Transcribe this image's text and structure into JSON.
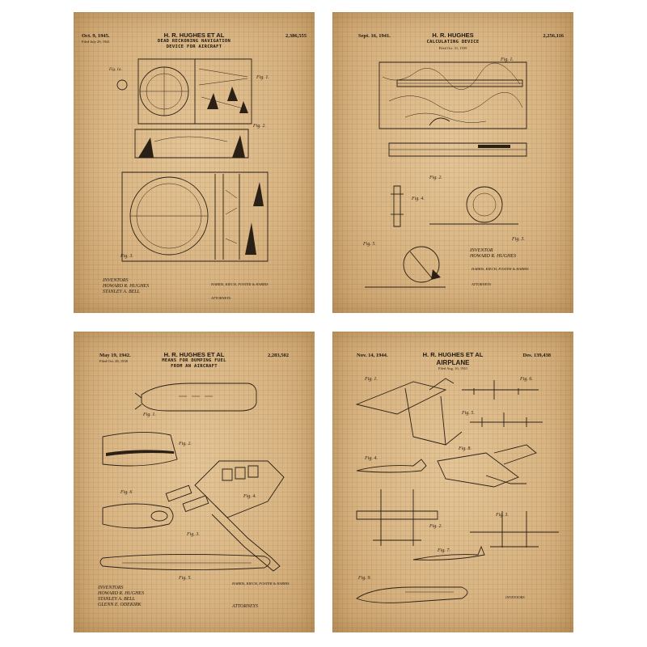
{
  "panels": [
    {
      "date": "Oct. 9, 1945.",
      "inventor": "H. R. HUGHES ET AL",
      "number": "2,386,555",
      "title": "DEAD RECKONING NAVIGATION",
      "subtitle": "DEVICE FOR AIRCRAFT",
      "filed": "Filed July 29, 1941",
      "inventors_label": "INVENTORS",
      "names": [
        "HOWARD R. HUGHES",
        "STANLEY A. BELL"
      ],
      "attorney_firm": "HARRIS, KIECH, FOSTER & HARRIS",
      "attorney_label": "ATTORNEYS"
    },
    {
      "date": "Sept. 16, 1941.",
      "inventor": "H. R. HUGHES",
      "number": "2,256,116",
      "title": "CALCULATING DEVICE",
      "subtitle": "",
      "filed": "Filed Oct. 31, 1939",
      "inventors_label": "INVENTOR",
      "names": [
        "HOWARD R. HUGHES"
      ],
      "attorney_firm": "HARRIS, KIECH, FOSTER & HARRIS",
      "attorney_label": "ATTORNEYS"
    },
    {
      "date": "May 19, 1942.",
      "inventor": "H. R. HUGHES ET AL",
      "number": "2,283,502",
      "title": "MEANS FOR DUMPING FUEL",
      "subtitle": "FROM AN AIRCRAFT",
      "filed": "Filed Oct. 28, 1938",
      "inventors_label": "INVENTORS",
      "names": [
        "HOWARD R. HUGHES",
        "STANLEY A. BELL",
        "GLENN E. ODEKIRK"
      ],
      "attorney_firm": "HARRIS, KIECH, FOSTER & HARRIS",
      "attorney_label": "ATTORNEYS"
    },
    {
      "date": "Nov. 14, 1944.",
      "inventor": "H. R. HUGHES ET AL",
      "number": "Des. 139,438",
      "title": "AIRPLANE",
      "subtitle": "",
      "filed": "Filed Aug. 16, 1943",
      "inventors_label": "INVENTORS",
      "names": [],
      "attorney_firm": "",
      "attorney_label": ""
    }
  ]
}
